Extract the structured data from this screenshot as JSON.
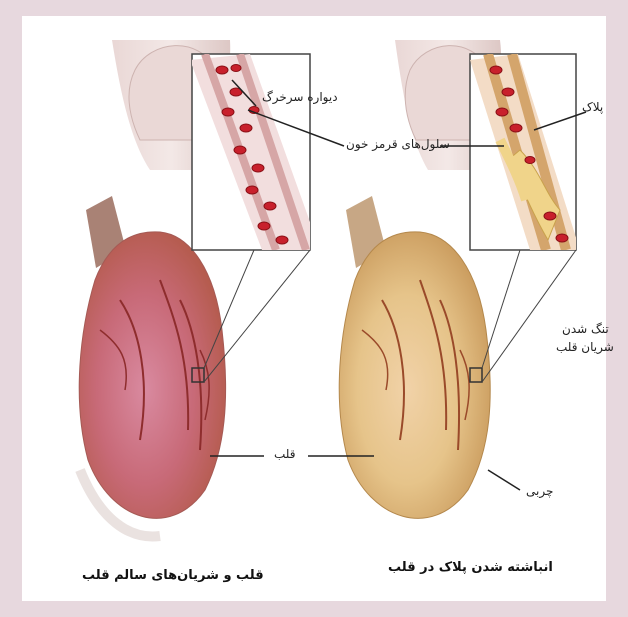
{
  "labels": {
    "artery_wall": "دیواره سرخرگ",
    "red_blood_cells": "سلول‌های قرمز خون",
    "plaque": "پلاک",
    "narrowing_line1": "تنگ شدن",
    "narrowing_line2": "شریان قلب",
    "heart": "قلب",
    "fat": "چربی"
  },
  "captions": {
    "healthy": "قلب و شریان‌های سالم قلب",
    "plaque_buildup": "انباشته شدن پلاک در قلب"
  },
  "colors": {
    "page_bg": "#e7d8de",
    "panel_bg": "#ffffff",
    "healthy_heart": "#c86a78",
    "diseased_heart": "#e6c48a",
    "blood_cell": "#c8202c",
    "plaque": "#f0d48a"
  }
}
